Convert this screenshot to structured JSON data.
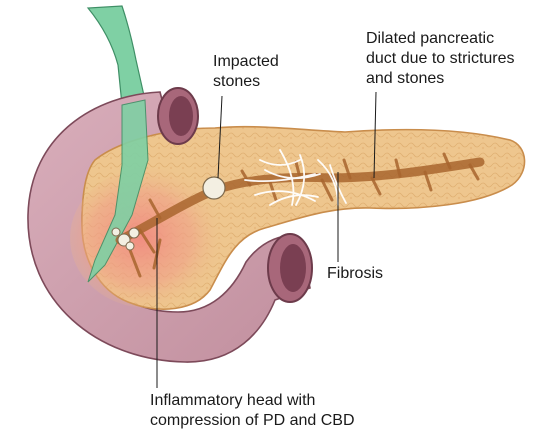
{
  "labels": {
    "impacted_stones": [
      "Impacted",
      "stones"
    ],
    "dilated_duct": [
      "Dilated pancreatic",
      "duct due to strictures",
      "and stones"
    ],
    "fibrosis": [
      "Fibrosis"
    ],
    "inflammatory_head": [
      "Inflammatory head with",
      "compression of PD and CBD"
    ]
  },
  "colors": {
    "duodenum": "#cfa0ad",
    "duodenum_edge": "#7d4a5a",
    "pancreas": "#edc38a",
    "pancreas_edge": "#c98d4c",
    "inflamed_head": "#ec8d80",
    "bile_duct": "#7fd0a4",
    "pancreatic_duct": "#a8652e",
    "fibrosis": "#ffffff",
    "stone": "#f3efe2",
    "leader_line": "#1a1a1a"
  },
  "icons": {
    "stone": "stone-icon"
  }
}
